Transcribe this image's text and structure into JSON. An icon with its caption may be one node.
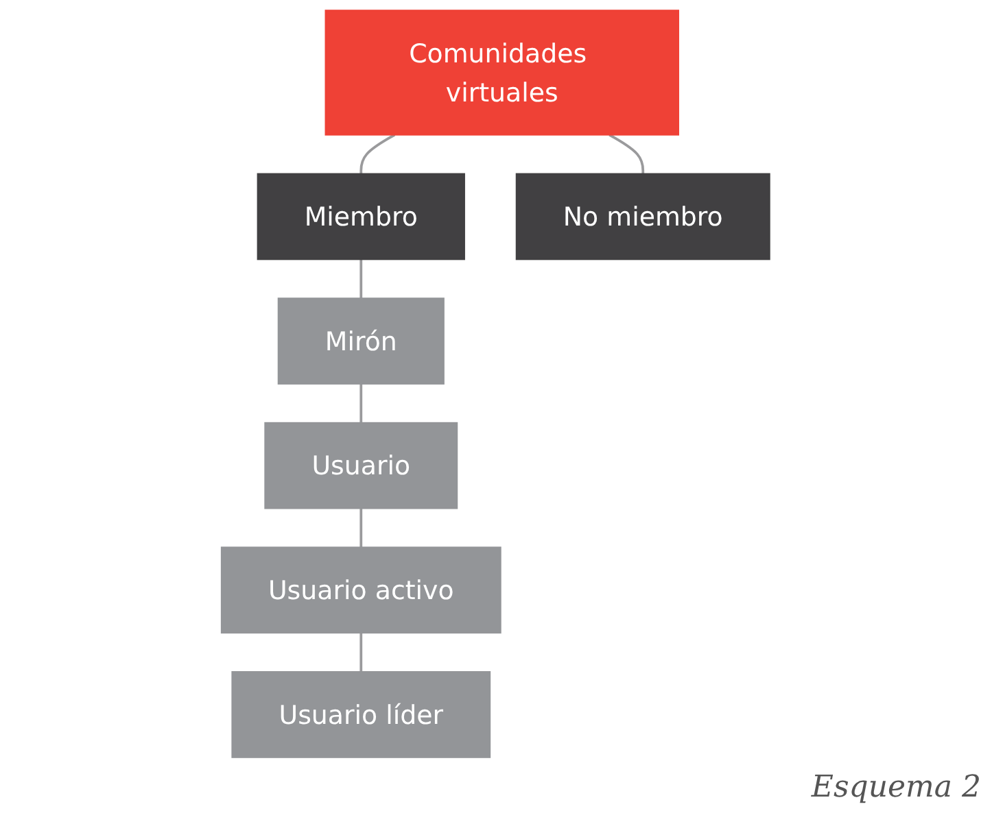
{
  "diagram": {
    "caption": "Esquema 2",
    "nodes": [
      {
        "text": [
          "Comunidades virtuales"
        ]
      },
      {
        "text": [
          "Miembro"
        ]
      },
      {
        "text": [
          "No miembro"
        ]
      },
      {
        "text": [
          "Mirón"
        ]
      },
      {
        "text": [
          "Usuario"
        ]
      },
      {
        "text": [
          "Usuario activo"
        ]
      },
      {
        "text": [
          "Usuario líder"
        ]
      }
    ],
    "edges": [
      {
        "from": 0,
        "to": 1,
        "arrow": "none"
      },
      {
        "from": 0,
        "to": 2,
        "arrow": "none"
      },
      {
        "from": 1,
        "to": 3,
        "arrow": "none"
      },
      {
        "from": 3,
        "to": 4,
        "arrow": "none"
      },
      {
        "from": 4,
        "to": 5,
        "arrow": "none"
      },
      {
        "from": 5,
        "to": 6,
        "arrow": "none"
      }
    ]
  }
}
